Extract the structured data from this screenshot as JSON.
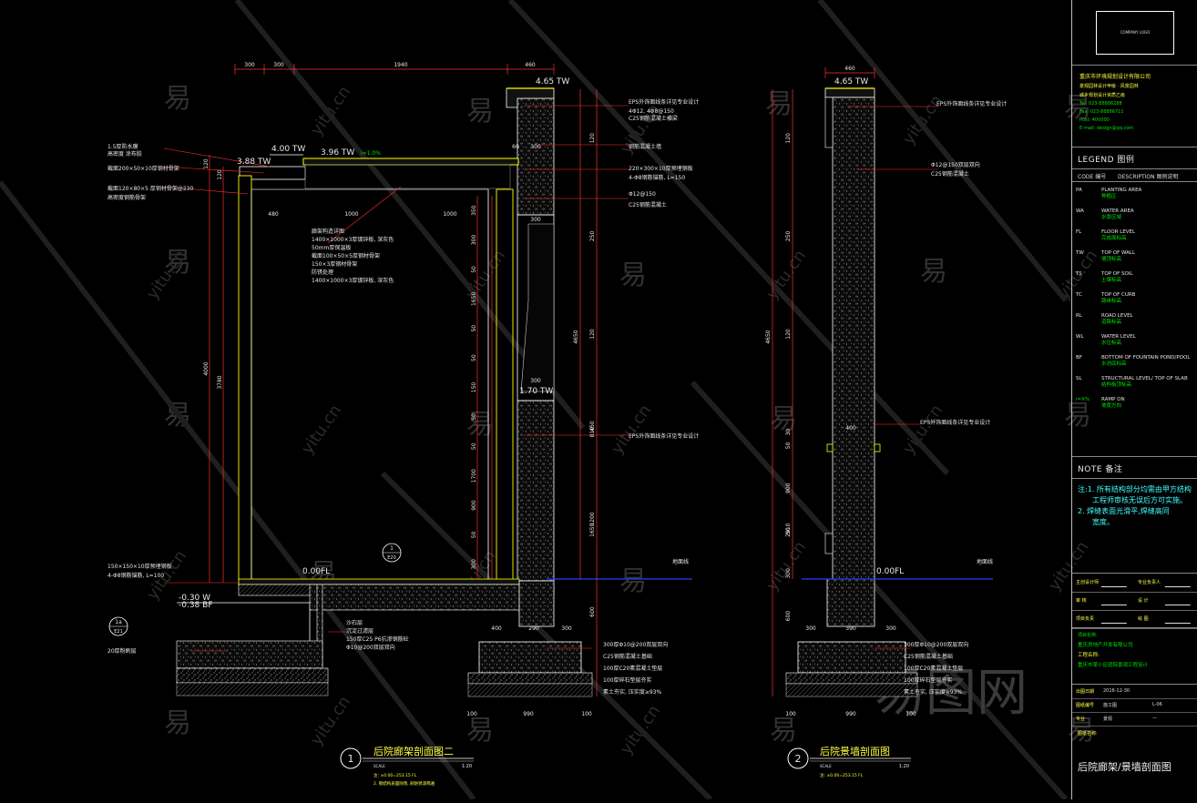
{
  "drawing": {
    "section1": {
      "title": "后院廊架剖面图二",
      "number": "1",
      "scale_label": "SCALE",
      "scale_value": "1:20",
      "elevations": {
        "top_wall_right": "4.65 TW",
        "top_wall_left": "4.00 TW",
        "mid_tw": "3.96 TW",
        "left_tw": "3.88 TW",
        "mid_wall": "1.70 TW",
        "floor": "0.00FL",
        "lower1": "-0.30 W",
        "lower2": "-0.38 BF"
      },
      "top_dims": [
        "300",
        "300",
        "1940",
        "460"
      ],
      "bottom_dims": [
        "400",
        "290",
        "300"
      ],
      "base_dims": [
        "100",
        "990",
        "100"
      ],
      "left_vert_dims": [
        "120",
        "120",
        "4000",
        "3780"
      ],
      "right_vert_dims": [
        "120",
        "250",
        "120",
        "810",
        "1650",
        "4650",
        "450",
        "1200",
        "600"
      ],
      "inner_vert_dims": [
        "350",
        "300",
        "50",
        "1650",
        "50",
        "50",
        "150",
        "50",
        "50",
        "1700",
        "900",
        "50",
        "300"
      ],
      "beam_dims": [
        "480",
        "1000",
        "1000"
      ],
      "ribs": [
        "60",
        "300",
        "300",
        "300"
      ],
      "slope": "i=1.0%",
      "callout_num": "1",
      "callout_ref": "E20",
      "left_notes": [
        "1.5厚防水膜",
        "高密度 涂布胶",
        "截面200×50×10厚钢材骨架",
        "截面120×80×5 厚钢材骨架@230",
        "高密度钢筋骨架"
      ],
      "top_right_notes": [
        "EPS外饰面线条详见专业设计",
        "4Φ12, 4Φ8@150",
        "C25钢筋混凝土横梁",
        "钢筋混凝土墙",
        "220×300×10厚预埋钢板",
        "4-Φ8钢筋锚筋, L=150",
        "Φ12@150",
        "C25钢筋混凝土"
      ],
      "mid_notes": [
        "廊架构造详图",
        "1400×1000×3厚镀锌板, 深灰色",
        "50mm厚保温板",
        "截面100×50×5厚钢材骨架",
        "150×3厚钢材骨架",
        "防锈处理",
        "1400×1000×3厚镀锌板, 深灰色"
      ],
      "eps_mid": "EPS外饰面线条详见专业设计",
      "lower_left_notes": [
        "150×150×10厚预埋钢板",
        "4-Φ8钢筋锚筋, L=100"
      ],
      "lower_notes": [
        "沙石层",
        "沉淀过滤层",
        "150厚C25 P6抗渗钢筋砼",
        "Φ10@200双层双向"
      ],
      "drain_note": "20厚粉刷层",
      "ground_label": "地面线",
      "base_notes": [
        "300厚Φ10@200双层双向",
        "C25钢筋混凝土基础",
        "100厚C20素混凝土垫层",
        "100厚碎石垫层夯实",
        "素土夯实, 压实度≥93%"
      ],
      "small_callout_num": "1a",
      "small_callout_ref": "E21",
      "notes_bottom": [
        "注: ±0.00=253.15 FL",
        "2. 钢结构表面除锈, 刷防锈漆两遍"
      ]
    },
    "section2": {
      "title": "后院景墙剖面图",
      "number": "2",
      "scale_label": "SCALE",
      "scale_value": "1:20",
      "top_dim": "460",
      "top_tw": "4.65 TW",
      "floor": "0.00FL",
      "ground_label": "地面线",
      "vert_dims_left": [
        "120",
        "250",
        "120",
        "30",
        "2910",
        "4650",
        "50",
        "900",
        "50",
        "300",
        "600"
      ],
      "width_dims": [
        "400"
      ],
      "bottom_dims": [
        "300",
        "390",
        "300"
      ],
      "base_dims": [
        "100",
        "990",
        "100"
      ],
      "notes": [
        "EPS外饰面线条详见专业设计",
        "Φ12@150双层双向",
        "C25钢筋混凝土",
        "EPS外饰面线条详见专业设计"
      ],
      "base_notes": [
        "300厚Φ10@200双层双向",
        "C25钢筋混凝土基础",
        "100厚C20素混凝土垫层",
        "100厚碎石垫层夯实",
        "素土夯实, 压实度≥93%"
      ],
      "notes_bottom": [
        "注: ±0.00=253.15 FL"
      ]
    },
    "watermarks": {
      "cn": "易",
      "en": "yitu.cn",
      "logo": "易图网"
    }
  },
  "title_block": {
    "logo_box_text": "COMPANY LOGO",
    "company_lines": [
      "重庆市环境规划设计有限公司",
      "景观园林设计甲级 · 风景园林",
      "城乡规划设计资质乙级",
      "Tel: 023-88886288",
      "Fax: 023-88886711",
      "Post: 400000",
      "E-mail: design@qq.com"
    ],
    "legend_header": "LEGEND 图例",
    "legend_cols": [
      "CODE 编号",
      "DESCRIPTION 图例说明"
    ],
    "legend": [
      {
        "code": "PA",
        "en": "PLANTING AREA",
        "cn": "种植区"
      },
      {
        "code": "WA",
        "en": "WATER AREA",
        "cn": "水景区域"
      },
      {
        "code": "FL",
        "en": "FLOOR LEVEL",
        "cn": "完成面标高"
      },
      {
        "code": "TW",
        "en": "TOP OF WALL",
        "cn": "墙顶标高"
      },
      {
        "code": "TS",
        "en": "TOP OF SOIL",
        "cn": "土壤标高"
      },
      {
        "code": "TC",
        "en": "TOP OF CURB",
        "cn": "路缘标高"
      },
      {
        "code": "RL",
        "en": "ROAD LEVEL",
        "cn": "道路标高"
      },
      {
        "code": "WL",
        "en": "WATER LEVEL",
        "cn": "水位标高"
      },
      {
        "code": "BF",
        "en": "BOTTOM OF FOUNTAIN POND/POOL",
        "cn": "水池底标高"
      },
      {
        "code": "SL",
        "en": "STRUCTURAL LEVEL/ TOP OF SLAB",
        "cn": "结构板顶标高"
      },
      {
        "code": "i=X%",
        "en": "RAMP ON",
        "cn": "坡度方向"
      }
    ],
    "note_header": "NOTE 备注",
    "notes": [
      "注:1. 所有结构部分均需由甲方结构",
      "工程师审核无误后方可实施。",
      "2. 焊缝表面光滑平,焊缝高同",
      "宽度。"
    ],
    "sign_rows": [
      {
        "k": "主创设计师",
        "k2": "专业负责人"
      },
      {
        "k": "审 核",
        "k2": "设 计"
      },
      {
        "k": "项目负责",
        "k2": "绘 图"
      }
    ],
    "project_label": "项目名称:",
    "project_lines": [
      "重庆房地产开发有限公司",
      "工程名称:",
      "重庆市某小区庭院景观工程设计"
    ],
    "info_rows": [
      {
        "k": "出图日期",
        "v": "2016-12-30"
      },
      {
        "k": "图纸编号",
        "v": "施工图",
        "v2": "L-06"
      },
      {
        "k": "专业",
        "v": "景观",
        "v2": "—"
      }
    ],
    "sheet_label": "图纸名称:",
    "sheet_title": "后院廊架/景墙剖面图"
  }
}
